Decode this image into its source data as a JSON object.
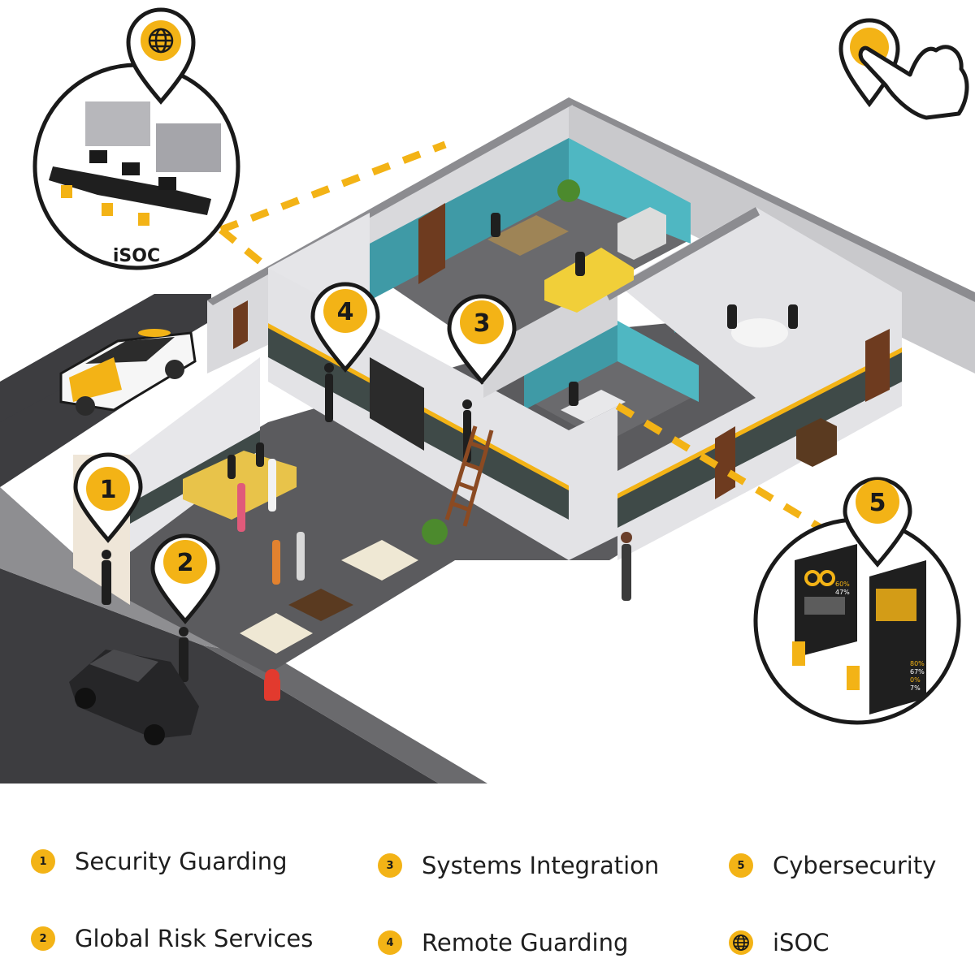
{
  "legend": [
    {
      "badge": "1",
      "label": "Security Guarding"
    },
    {
      "badge": "2",
      "label": "Global Risk Services"
    },
    {
      "badge": "3",
      "label": "Systems Integration"
    },
    {
      "badge": "4",
      "label": "Remote Guarding"
    },
    {
      "badge": "5",
      "label": "Cybersecurity"
    },
    {
      "badge": "globe-icon",
      "label": "iSOC"
    }
  ],
  "pins": [
    "1",
    "2",
    "3",
    "4",
    "5"
  ],
  "callouts": {
    "isoc_label": "iSOC",
    "cyber_stats": [
      "60%",
      "47%",
      "80%",
      "67%",
      "0%",
      "7%"
    ]
  },
  "colors": {
    "accent": "#f3b316",
    "outline": "#1a1a1a",
    "floor": "#5a5a5c",
    "road": "#3a3a3c",
    "wall": "#d7d7da",
    "wall_top": "#9a9a9e",
    "teal": "#4fb7c2"
  }
}
